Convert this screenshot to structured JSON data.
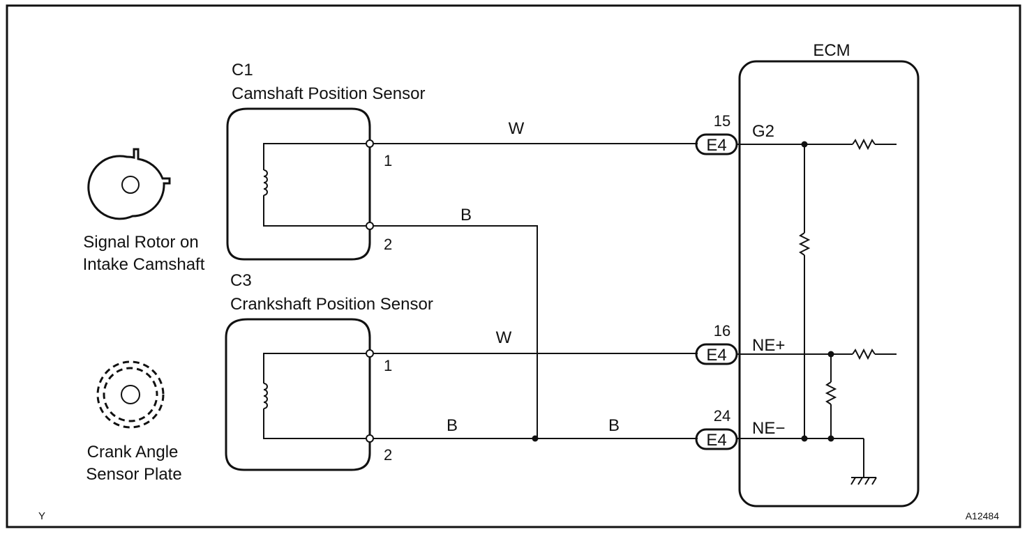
{
  "ecm": {
    "title": "ECM"
  },
  "sensors": {
    "cam": {
      "code": "C1",
      "name": "Camshaft Position Sensor",
      "pin1": "1",
      "pin2": "2"
    },
    "crank": {
      "code": "C3",
      "name": "Crankshaft Position Sensor",
      "pin1": "1",
      "pin2": "2"
    }
  },
  "rotors": {
    "cam": {
      "line1": "Signal Rotor on",
      "line2": "Intake Camshaft"
    },
    "crank": {
      "line1": "Crank Angle",
      "line2": "Sensor Plate"
    }
  },
  "wires": {
    "cam_signal": "W",
    "cam_ground": "B",
    "crank_signal": "W",
    "crank_ground_left": "B",
    "crank_ground_right": "B"
  },
  "connectors": [
    {
      "pin": "15",
      "connector": "E4",
      "terminal": "G2"
    },
    {
      "pin": "16",
      "connector": "E4",
      "terminal": "NE+"
    },
    {
      "pin": "24",
      "connector": "E4",
      "terminal": "NE−"
    }
  ],
  "corner_left": "Y",
  "corner_right": "A12484"
}
